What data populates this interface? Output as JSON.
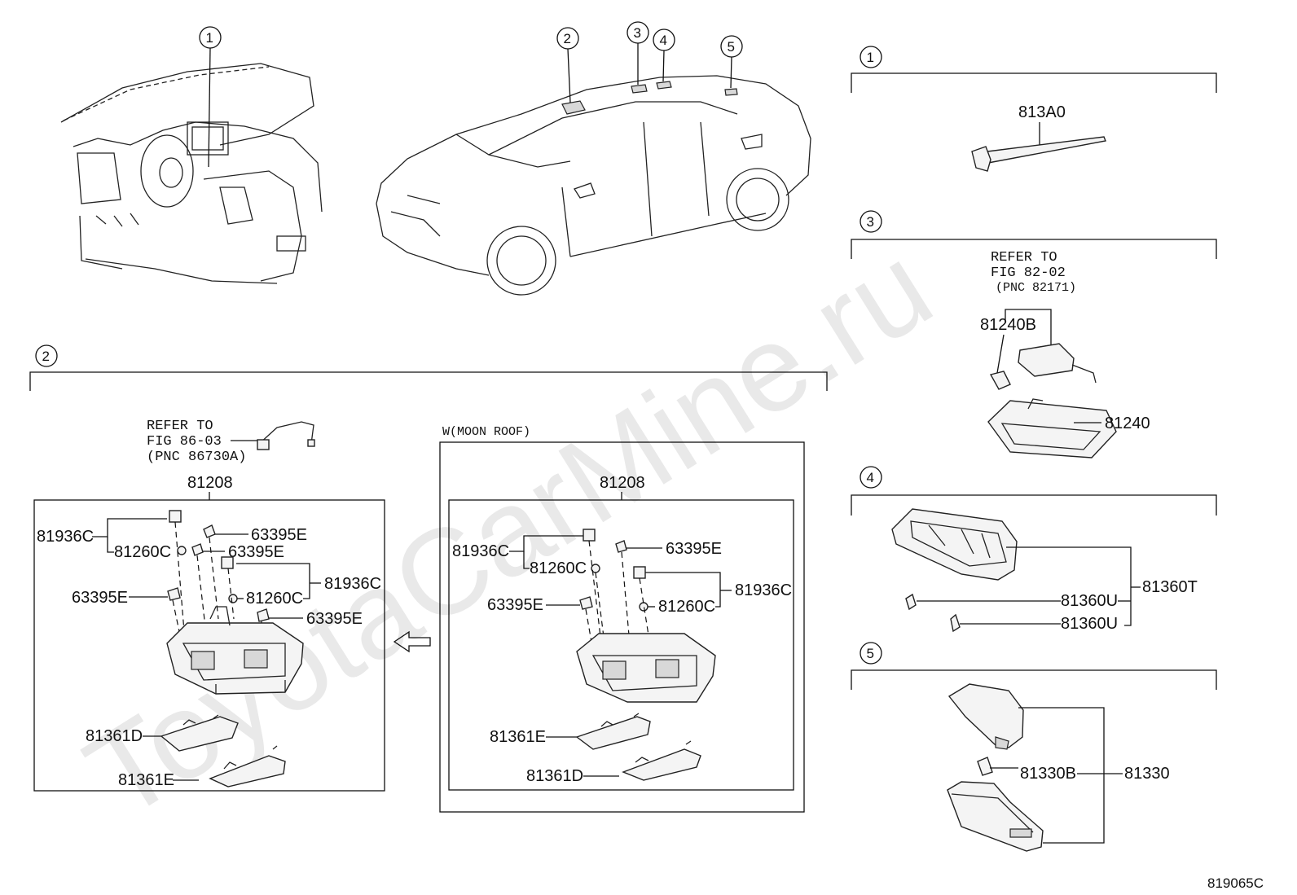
{
  "watermark": "ToyotaCarMine.ru",
  "figure_id": "819065C",
  "callouts": [
    "1",
    "2",
    "3",
    "4",
    "5"
  ],
  "section1": {
    "part": "813A0"
  },
  "section2": {
    "refer": [
      "REFER TO",
      "FIG 86-03",
      "(PNC 86730A)"
    ],
    "assembly": "81208",
    "labels": {
      "socket_a": "81936C",
      "bulb_a": "81260C",
      "clip_a": "63395E",
      "clip_b": "63395E",
      "socket_b": "81936C",
      "bulb_b": "81260C",
      "clip_c": "63395E",
      "clip_d": "63395E",
      "lens_d": "81361D",
      "lens_e": "81361E"
    }
  },
  "moonroof": {
    "title": "W(MOON ROOF)",
    "assembly": "81208",
    "labels": {
      "socket_a": "81936C",
      "bulb_a": "81260C",
      "clip_a": "63395E",
      "clip_c": "63395E",
      "socket_b": "81936C",
      "bulb_b": "81260C",
      "lens_e": "81361E",
      "lens_d": "81361D"
    }
  },
  "section3": {
    "refer": [
      "REFER TO",
      "FIG 82-02",
      "(PNC 82171)"
    ],
    "bulb": "81240B",
    "lamp": "81240"
  },
  "section4": {
    "assembly": "81360T",
    "bulb_1": "81360U",
    "bulb_2": "81360U"
  },
  "section5": {
    "assembly": "81330",
    "bulb": "81330B"
  }
}
